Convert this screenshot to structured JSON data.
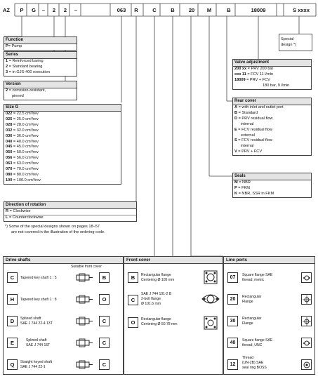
{
  "order_code": [
    "AZ",
    "P",
    "G",
    "–",
    "2",
    "2",
    "–",
    "063",
    "R",
    "C",
    "B",
    "20",
    "M",
    "B",
    "18009",
    "S xxxx"
  ],
  "special": {
    "label_line1": "Special",
    "label_line2": "design *)"
  },
  "function": {
    "header": "Function",
    "items": [
      {
        "code": "P",
        "text": "= Pump"
      }
    ]
  },
  "series": {
    "header": "Series",
    "items": [
      {
        "code": "1",
        "text": " = Reinforced baring"
      },
      {
        "code": "2",
        "text": " = Standard bearing"
      },
      {
        "code": "3",
        "text": " = in GJS-400 execution"
      }
    ]
  },
  "version": {
    "header": "Version",
    "items": [
      {
        "code": "2",
        "text": " = corrosion-resistant,",
        "cont": "pinned"
      }
    ]
  },
  "size": {
    "header": "Size G",
    "items": [
      {
        "code": "022",
        "text": " = 22.5 cm³/rev"
      },
      {
        "code": "025",
        "text": " = 25.0 cm³/rev"
      },
      {
        "code": "028",
        "text": " = 28.0 cm³/rev"
      },
      {
        "code": "032",
        "text": " = 32.0 cm³/rev"
      },
      {
        "code": "036",
        "text": " = 36.0 cm³/rev"
      },
      {
        "code": "040",
        "text": " = 40.0 cm³/rev"
      },
      {
        "code": "045",
        "text": " = 45.0 cm³/rev"
      },
      {
        "code": "050",
        "text": " = 50.0 cm³/rev"
      },
      {
        "code": "056",
        "text": " = 56.0 cm³/rev"
      },
      {
        "code": "063",
        "text": " = 63.0 cm³/rev"
      },
      {
        "code": "070",
        "text": " = 70.0 cm³/rev"
      },
      {
        "code": "080",
        "text": " = 80.0 cm³/rev"
      },
      {
        "code": "100",
        "text": " = 100.0 cm³/rev"
      }
    ]
  },
  "rotation": {
    "header": "Direction of rotation",
    "items": [
      {
        "code": "R",
        "text": " = Clockwise"
      },
      {
        "code": "L",
        "text": " = Counterclockwise"
      }
    ]
  },
  "footnote": {
    "line1": "*) Some of the special designs shown on pages 18–57",
    "line2": "are not covered in the illustration of the ordering code."
  },
  "valve": {
    "header": "Valve adjustment",
    "items": [
      {
        "code": "200 xx",
        "text": " = PRV 200 bar"
      },
      {
        "code": "xxx 11",
        "text": " = FCV 11 l/min"
      },
      {
        "code": "18009",
        "text": " = PRV + FCV",
        "cont": "180 bar, 9 l/min"
      }
    ]
  },
  "rear": {
    "header": "Rear cover",
    "items": [
      {
        "code": "A",
        "text": " = with inlet and outlet port"
      },
      {
        "code": "B",
        "text": " = Standard"
      },
      {
        "code": "D",
        "text": " = PRV residual flow",
        "cont": "internal"
      },
      {
        "code": "E",
        "text": " = FCV residual flow",
        "cont": "external"
      },
      {
        "code": "S",
        "text": " = FCV residual flow",
        "cont": "internal"
      },
      {
        "code": "V",
        "text": " = PRV + FCV"
      }
    ]
  },
  "seals": {
    "header": "Seals",
    "items": [
      {
        "code": "M",
        "text": " = NBR"
      },
      {
        "code": "P",
        "text": " = FKM"
      },
      {
        "code": "K",
        "text": " = NBR, SSR in FKM"
      }
    ]
  },
  "drive": {
    "header": "Drive shafts",
    "subheader": "Suitable front cover",
    "items": [
      {
        "code": "C",
        "l1": "Tapered key shaft 1 : 5",
        "l2": "",
        "cover": "B"
      },
      {
        "code": "H",
        "l1": "Tapered key shaft 1 : 8",
        "l2": "",
        "cover": "O"
      },
      {
        "code": "D",
        "l1": "Splined shaft",
        "l2": "SAE J 744 22-4 13T",
        "cover": "C"
      },
      {
        "code": "E",
        "l1": "Splined shaft",
        "l2": "SAE J 744 15T",
        "cover": "C"
      },
      {
        "code": "Q",
        "l1": "Straight keyed shaft",
        "l2": "SAE J 744 22-1",
        "cover": "C"
      }
    ]
  },
  "front": {
    "header": "Front cover",
    "items": [
      {
        "code": "B",
        "l1": "Rectangular flange",
        "l2": "Centering Ø 105 mm",
        "l3": ""
      },
      {
        "code": "C",
        "l1": "SAE J 744 101-2 B",
        "l2": "2-bolt flange",
        "l3": "Ø 101.6 mm"
      },
      {
        "code": "O",
        "l1": "Rectangular flange",
        "l2": "Centering Ø 50.78 mm",
        "l3": ""
      }
    ]
  },
  "ports": {
    "header": "Line ports",
    "items": [
      {
        "code": "07",
        "l1": "Square flange SAE",
        "l2": "thread, metric",
        "l3": ""
      },
      {
        "code": "20",
        "l1": "Rectangular",
        "l2": "Flange",
        "l3": ""
      },
      {
        "code": "30",
        "l1": "Rectangular",
        "l2": "Flange",
        "l3": ""
      },
      {
        "code": "40",
        "l1": "Square flange SAE",
        "l2": "thread, UNC",
        "l3": ""
      },
      {
        "code": "12",
        "l1": "Thread",
        "l2": "(UN-2B) SAE",
        "l3": "seal ring BOSS"
      }
    ]
  }
}
